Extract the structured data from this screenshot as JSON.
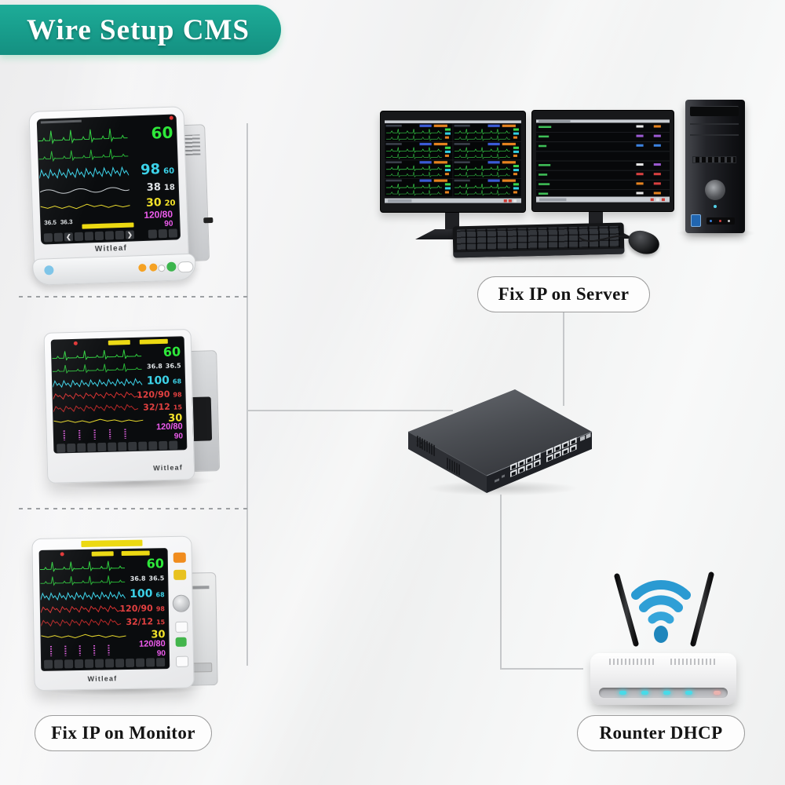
{
  "banner": {
    "title": "Wire Setup CMS",
    "color": "#17a392"
  },
  "callouts": {
    "server": "Fix IP on Server",
    "monitor": "Fix IP on Monitor",
    "router": "Rounter DHCP"
  },
  "brand": {
    "name": "Witleaf"
  },
  "monitor1": {
    "hr": "60",
    "spo2": "98",
    "pr": "60",
    "resp": "38",
    "resp_sub": "18",
    "co2": "30",
    "co2_sub": "20",
    "temp1": "36.5",
    "temp2": "36.3",
    "nibp": "120/80",
    "nibp_map": "90",
    "arrow_left": "❮",
    "arrow_right": "❯"
  },
  "monitor2": {
    "hr": "60",
    "temp1": "36.8",
    "temp2": "36.5",
    "spo2": "100",
    "pr": "68",
    "ibp1": "120/90",
    "ibp1_sub": "98",
    "ibp2": "32/12",
    "ibp2_sub": "15",
    "resp": "30",
    "nibp": "120/80",
    "nibp_map": "90"
  },
  "monitor3": {
    "hr": "60",
    "temp1": "36.8",
    "temp2": "36.5",
    "spo2": "100",
    "pr": "68",
    "ibp1": "120/90",
    "ibp1_sub": "98",
    "ibp2": "32/12",
    "ibp2_sub": "15",
    "resp": "30",
    "nibp": "120/80",
    "nibp_map": "90"
  },
  "colors": {
    "hr_green": "#2ee83a",
    "spo2_cyan": "#3cd2e8",
    "resp_yellow": "#f3e22a",
    "nibp_magenta": "#ee5cee",
    "ibp_red": "#e14040",
    "wifi_blue": "#2a9ad2",
    "led_cyan": "#48dbe8",
    "connector_gray": "#c6c8ca",
    "alert_yellow": "#ecd912"
  }
}
